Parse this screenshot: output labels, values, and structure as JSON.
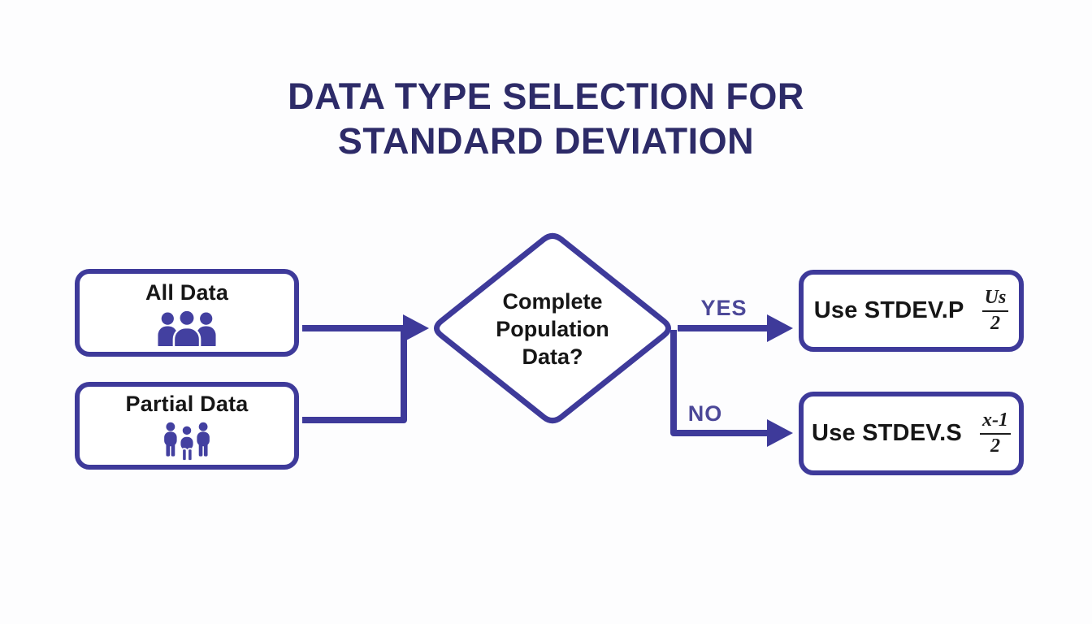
{
  "title": {
    "line1": "DATA TYPE SELECTION FOR",
    "line2": "STANDARD DEVIATION"
  },
  "colors": {
    "accent": "#3e3a9a",
    "title": "#2d2b68",
    "edge_label": "#4c4898",
    "node_text": "#161616",
    "background": "#ffffff"
  },
  "nodes": {
    "all_data": {
      "label": "All Data",
      "icon": "group-people-icon"
    },
    "partial_data": {
      "label": "Partial Data",
      "icon": "standing-people-icon"
    },
    "decision": {
      "lines": [
        "Complete",
        "Population",
        "Data?"
      ]
    },
    "stdev_p": {
      "label": "Use STDEV.P",
      "formula_numerator": "Us",
      "formula_denominator": "2"
    },
    "stdev_s": {
      "label": "Use STDEV.S",
      "formula_numerator": "x-1",
      "formula_denominator": "2"
    }
  },
  "edges": {
    "yes_label": "YES",
    "no_label": "NO"
  }
}
